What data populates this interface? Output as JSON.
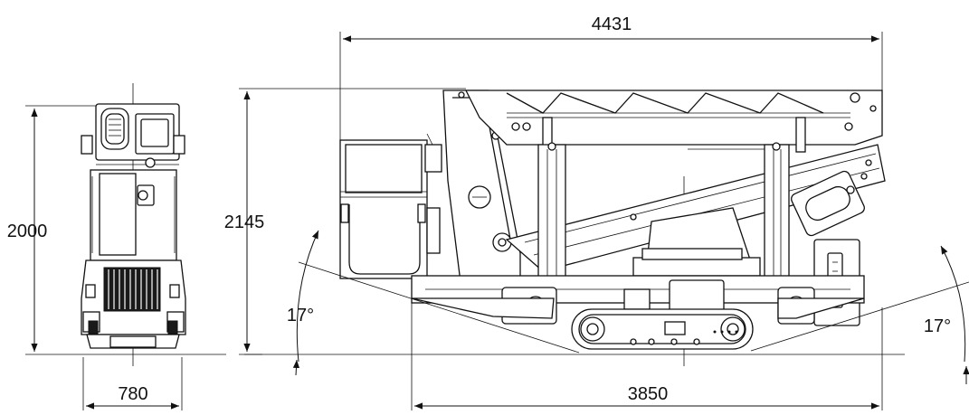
{
  "dimensions": {
    "front_height": "2000",
    "front_width": "780",
    "side_length": "4431",
    "side_height": "2145",
    "track_length": "3850",
    "front_angle": "17°",
    "rear_angle": "17°"
  },
  "colors": {
    "line": "#111111",
    "background": "#ffffff"
  }
}
